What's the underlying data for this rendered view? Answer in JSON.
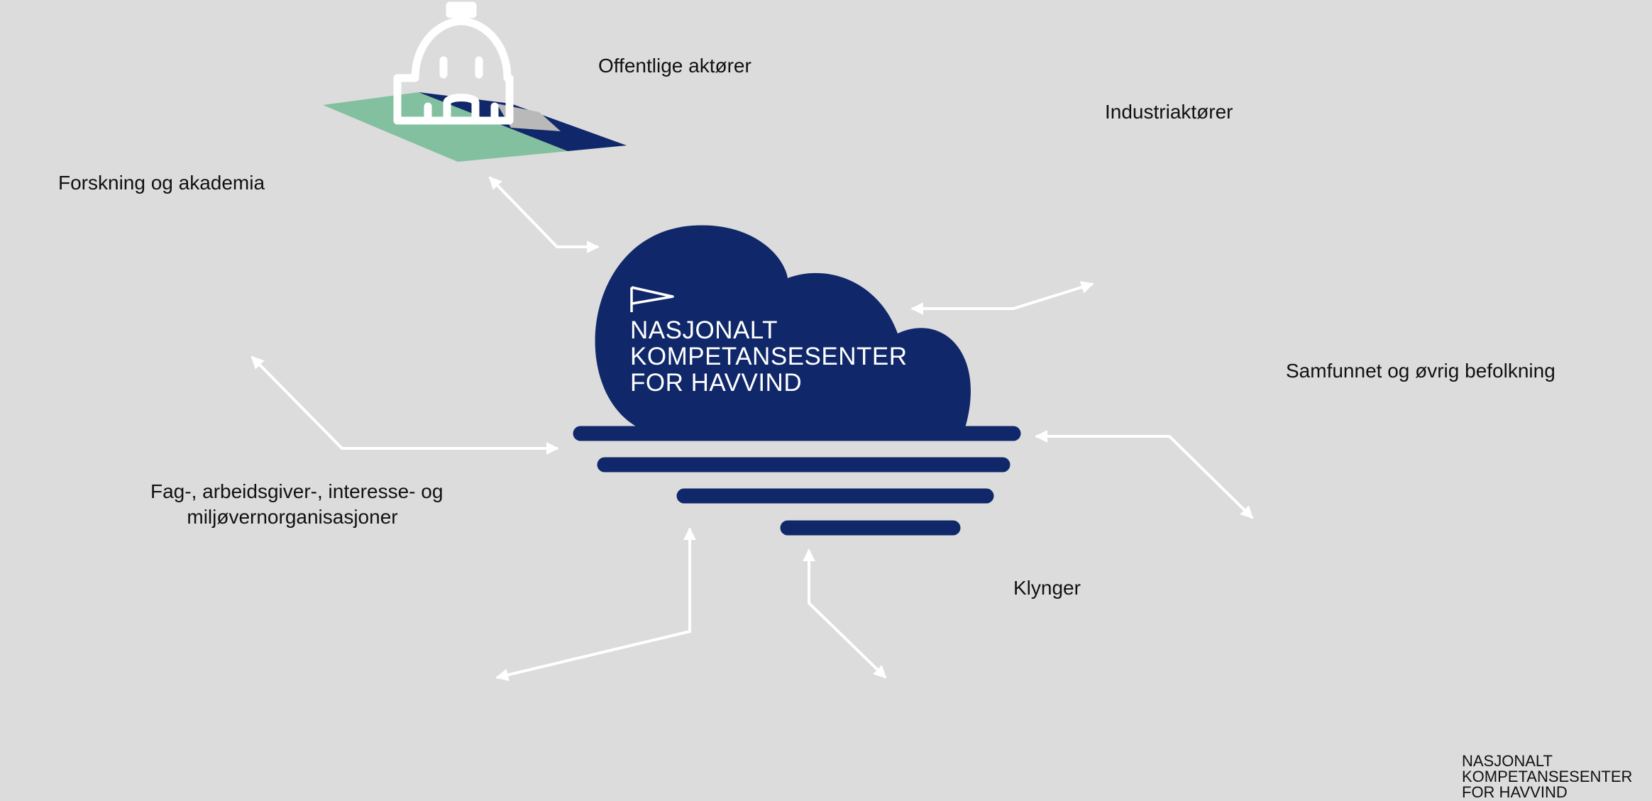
{
  "center": {
    "lines": [
      "NASJONALT",
      "KOMPETANSESENTER",
      "FOR HAVVIND"
    ]
  },
  "stakeholders": {
    "public": {
      "label": "Offentlige aktører",
      "icon": "government-building-icon"
    },
    "research": {
      "label": "Forskning og akademia",
      "icon": "graduation-cap-icon"
    },
    "industry": {
      "label": "Industriaktører",
      "icon": "factory-icon"
    },
    "society": {
      "label": "Samfunnet og øvrig befolkning",
      "icon": "city-buildings-icon"
    },
    "organizations": {
      "label_line1": "Fag-, arbeidsgiver-, interesse- og",
      "label_line2": "miljøvernorganisasjoner",
      "icon": "organization-buildings-icon"
    },
    "clusters": {
      "label": "Klynger",
      "icon": "network-handshake-icon"
    }
  },
  "corner_logo": {
    "lines": [
      "NASJONALT",
      "KOMPETANSESENTER",
      "FOR HAVVIND"
    ]
  },
  "colors": {
    "background": "#dcdcdc",
    "navy": "#10286a",
    "green": "#82c0a0",
    "gray_shadow": "#b9b9b9",
    "white": "#ffffff"
  }
}
